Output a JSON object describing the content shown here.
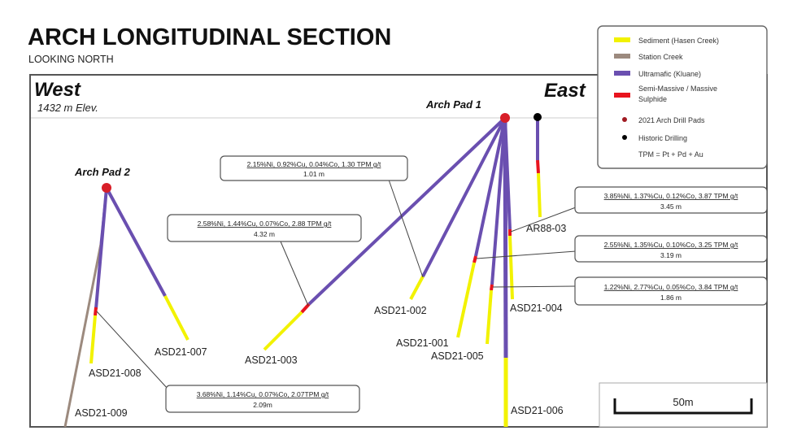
{
  "header": {
    "title": "ARCH LONGITUDINAL SECTION",
    "subtitle": "LOOKING NORTH"
  },
  "section": {
    "west_label": "West",
    "east_label": "East",
    "elevation_label": "1432 m Elev."
  },
  "colors": {
    "sediment": "#f2f200",
    "station_creek": "#9c8a7e",
    "ultramafic": "#6a4fb0",
    "sulphide": "#e8141e",
    "drill_pad_2021": "#d81e28",
    "historic_drilling": "#000000"
  },
  "legend": {
    "items": [
      {
        "label": "Sediment (Hasen Creek)",
        "kind": "sediment"
      },
      {
        "label": "Station Creek",
        "kind": "station_creek"
      },
      {
        "label": "Ultramafic (Kluane)",
        "kind": "ultramafic"
      },
      {
        "label": "Semi-Massive / Massive",
        "label2": "Sulphide",
        "kind": "sulphide"
      },
      {
        "label": "2021 Arch Drill Pads",
        "kind": "pad"
      },
      {
        "label": "Historic Drilling",
        "kind": "historic"
      }
    ],
    "note": "TPM = Pt + Pd + Au"
  },
  "pads": [
    {
      "name": "Arch Pad 1"
    },
    {
      "name": "Arch Pad 2"
    }
  ],
  "holes": [
    {
      "id": "ASD21-001"
    },
    {
      "id": "ASD21-002"
    },
    {
      "id": "ASD21-003"
    },
    {
      "id": "ASD21-004"
    },
    {
      "id": "ASD21-005"
    },
    {
      "id": "ASD21-006"
    },
    {
      "id": "ASD21-007"
    },
    {
      "id": "ASD21-008"
    },
    {
      "id": "ASD21-009"
    },
    {
      "id": "AR88-03"
    }
  ],
  "intercepts": [
    {
      "grade": "2.15%Ni, 0.92%Cu, 0.04%Co, 1.30 TPM g/t",
      "width": "1.01 m"
    },
    {
      "grade": "2.58%Ni, 1.44%Cu, 0.07%Co, 2.88 TPM g/t",
      "width": "4.32 m"
    },
    {
      "grade": "3.85%Ni, 1.37%Cu, 0.12%Co, 3.87 TPM g/t",
      "width": "3.45 m"
    },
    {
      "grade": "2.55%Ni, 1.35%Cu, 0.10%Co, 3.25 TPM g/t",
      "width": "3.19 m"
    },
    {
      "grade": "1.22%Ni, 2.77%Cu, 0.05%Co, 3.84 TPM g/t",
      "width": "1.86 m"
    },
    {
      "grade": "3.68%Ni, 1.14%Cu, 0.07%Co, 2.07TPM g/t",
      "width": "2.09m"
    }
  ],
  "scale_bar": {
    "label": "50m"
  }
}
